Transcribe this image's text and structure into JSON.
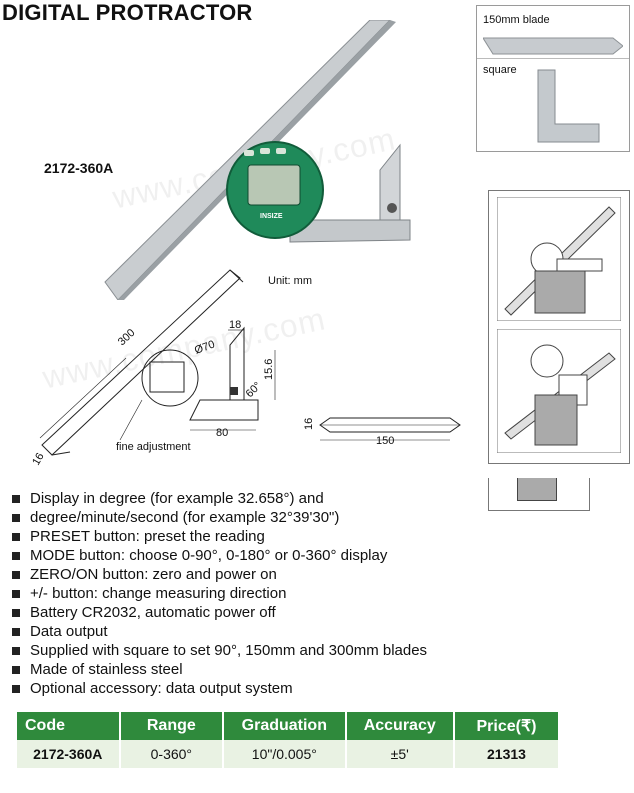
{
  "title": "DIGITAL PROTRACTOR",
  "model": "2172-360A",
  "unit_label": "Unit: mm",
  "watermark": "www.company.com",
  "accessory_boxes": [
    {
      "label": "150mm blade"
    },
    {
      "label": "square"
    }
  ],
  "drawing": {
    "dim_300": "300",
    "dim_16_left": "16",
    "dim_diameter": "Ø70",
    "dim_18": "18",
    "dim_15_6": "15.6",
    "dim_60": "60°",
    "dim_80": "80",
    "fine_adjustment": "fine adjustment",
    "dim_16_blade": "16",
    "dim_150": "150",
    "display_brand": "INSIZE"
  },
  "features": [
    "Display in degree (for example 32.658°) and",
    "degree/minute/second (for example 32°39'30\")",
    "PRESET button: preset the reading",
    "MODE button: choose 0-90°, 0-180° or 0-360° display",
    "ZERO/ON button: zero and power on",
    "+/- button: change measuring direction",
    "Battery CR2032, automatic power off",
    "Data output",
    "Supplied with square to set 90°, 150mm and 300mm blades",
    "Made of stainless steel",
    "Optional accessory: data output system"
  ],
  "table": {
    "headers": [
      "Code",
      "Range",
      "Graduation",
      "Accuracy",
      "Price(₹)"
    ],
    "row": [
      "2172-360A",
      "0-360°",
      "10\"/0.005°",
      "±5'",
      "21313"
    ]
  },
  "colors": {
    "header_green": "#2f8a3c",
    "row_bg": "#e9f2e3",
    "display_green": "#1f8a5a"
  }
}
